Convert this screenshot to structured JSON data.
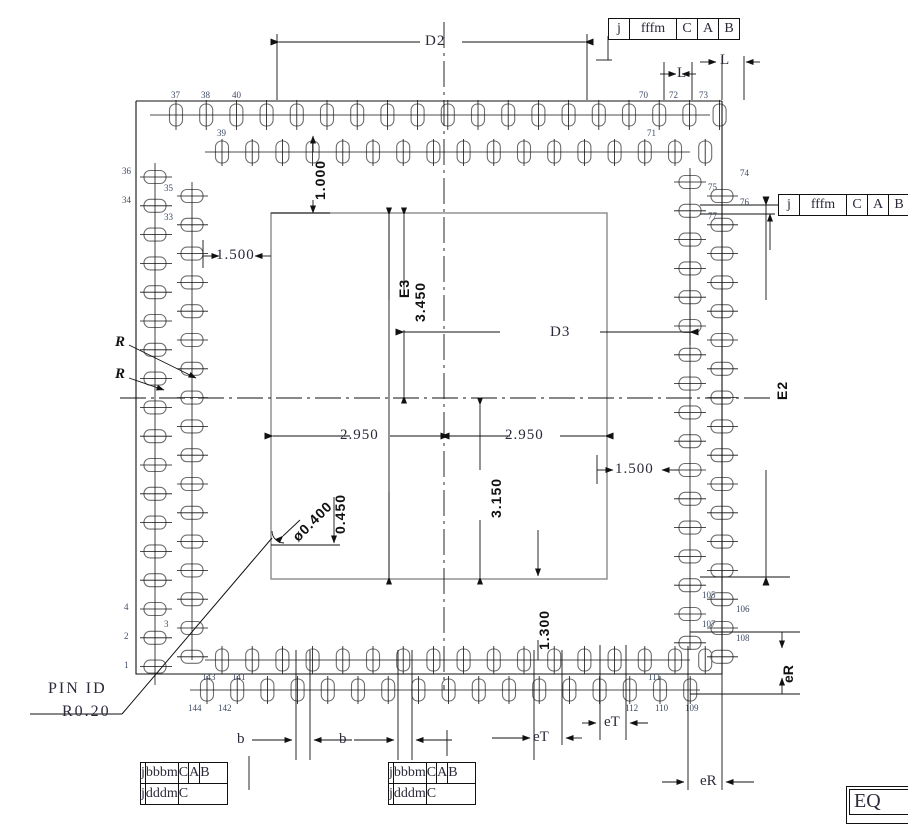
{
  "drawing": {
    "type": "package-footprint-dimension-drawing",
    "title_partial": "EQ"
  },
  "dimensions": {
    "d2": "D2",
    "d3": "D3",
    "e2": "E2",
    "e3": "E3",
    "l_top_1": "L",
    "l_top_2": "L",
    "v1000": "1.000",
    "v1500_left": "1.500",
    "v1500_right": "1.500",
    "v3450": "3.450",
    "v2950_left": "2.950",
    "v2950_right": "2.950",
    "v3150": "3.150",
    "v1300": "1.300",
    "v0450": "0.450",
    "dia0400": "ø0.400",
    "b_left": "b",
    "b_right": "b",
    "et_left": "eT",
    "et_right": "eT",
    "er_vert": "eR",
    "er_horiz": "eR"
  },
  "annotations": {
    "r_upper": "R",
    "r_lower": "R",
    "pin_id_line1": "PIN ID",
    "pin_id_line2": "R0.20"
  },
  "control_frames": {
    "top_right": {
      "symbol": "j",
      "tolerance": "fffm",
      "datums": [
        "C",
        "A",
        "B"
      ]
    },
    "right": {
      "symbol": "j",
      "tolerance": "fffm",
      "datums": [
        "C",
        "A",
        "B"
      ]
    },
    "bottom_left": [
      {
        "symbol": "j",
        "tolerance": "bbbm",
        "datums": [
          "C",
          "A",
          "B"
        ]
      },
      {
        "symbol": "j",
        "tolerance": "dddm",
        "datums": [
          "C"
        ]
      }
    ],
    "bottom_center": [
      {
        "symbol": "j",
        "tolerance": "bbbm",
        "datums": [
          "C",
          "A",
          "B"
        ]
      },
      {
        "symbol": "j",
        "tolerance": "dddm",
        "datums": [
          "C"
        ]
      }
    ]
  },
  "pin_numbers": {
    "top_outer": [
      "37",
      "38",
      "40",
      "70",
      "72",
      "73"
    ],
    "top_inner": [
      "39",
      "71"
    ],
    "left_outer": [
      "36",
      "34",
      "4",
      "2",
      "1"
    ],
    "left_inner": [
      "35",
      "33",
      "3"
    ],
    "right_outer": [
      "74",
      "76",
      "106",
      "108"
    ],
    "right_inner": [
      "75",
      "77",
      "105",
      "107"
    ],
    "bottom_outer": [
      "144",
      "142",
      "112",
      "110",
      "109"
    ],
    "bottom_inner": [
      "143",
      "141",
      "111"
    ]
  },
  "colors": {
    "line": "#111111",
    "pad_stroke": "#555555",
    "pad_stroke_light": "#8a8a8a",
    "text": "#2a2a3a",
    "pin_text": "#3c4a63",
    "background": "#ffffff"
  }
}
